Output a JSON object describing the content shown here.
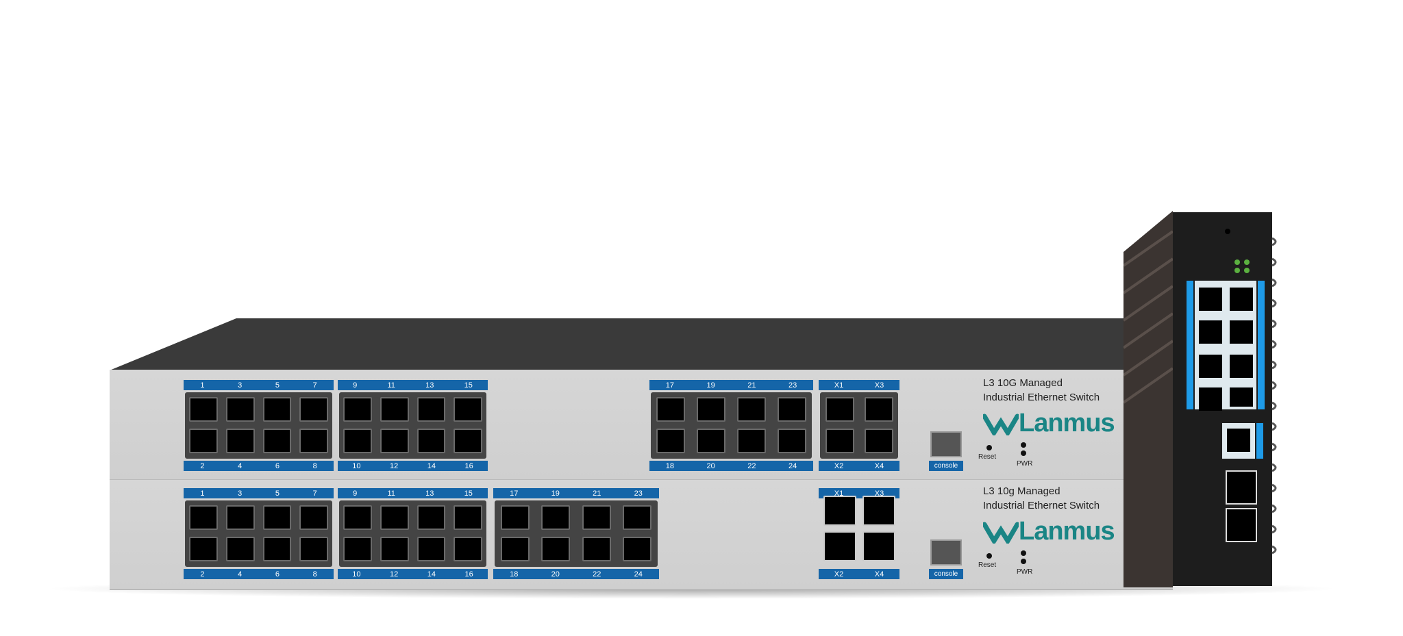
{
  "brand": "Lanmus",
  "colors": {
    "label_blue": "#1565a8",
    "logo_teal": "#1a8585",
    "chassis_grey": "#d2d2d2",
    "din_black": "#1d1d1d",
    "din_blue": "#1e9be8"
  },
  "switch_top": {
    "title_line1": "L3 10G Managed",
    "title_line2": "Industrial Ethernet Switch",
    "logo_text": "Lanmus",
    "reset_label": "Reset",
    "pwr_label": "PWR",
    "console_label": "console",
    "groups": [
      {
        "top": [
          "1",
          "3",
          "5",
          "7"
        ],
        "bottom": [
          "2",
          "4",
          "6",
          "8"
        ]
      },
      {
        "top": [
          "9",
          "11",
          "13",
          "15"
        ],
        "bottom": [
          "10",
          "12",
          "14",
          "16"
        ]
      },
      {
        "top": [
          "17",
          "19",
          "21",
          "23"
        ],
        "bottom": [
          "18",
          "20",
          "22",
          "24"
        ]
      },
      {
        "top": [
          "X1",
          "X3"
        ],
        "bottom": [
          "X2",
          "X4"
        ]
      }
    ]
  },
  "switch_bottom": {
    "title_line1": "L3 10g Managed",
    "title_line2": "Industrial Ethernet Switch",
    "logo_text": "Lanmus",
    "reset_label": "Reset",
    "pwr_label": "PWR",
    "console_label": "console",
    "groups": [
      {
        "top": [
          "1",
          "3",
          "5",
          "7"
        ],
        "bottom": [
          "2",
          "4",
          "6",
          "8"
        ]
      },
      {
        "top": [
          "9",
          "11",
          "13",
          "15"
        ],
        "bottom": [
          "10",
          "12",
          "14",
          "16"
        ]
      },
      {
        "top": [
          "17",
          "19",
          "21",
          "23"
        ],
        "bottom": [
          "18",
          "20",
          "22",
          "24"
        ]
      },
      {
        "top": [
          "X1",
          "X3"
        ],
        "bottom": [
          "X2",
          "X4"
        ]
      }
    ]
  }
}
